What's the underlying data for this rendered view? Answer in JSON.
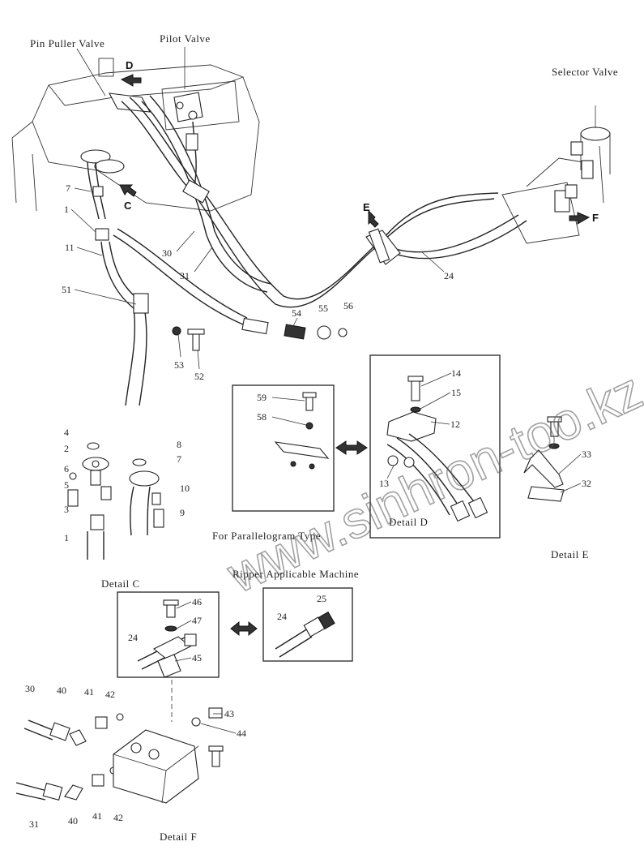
{
  "labels": {
    "pin_puller_valve": "Pin Puller Valve",
    "pilot_valve": "Pilot Valve",
    "selector_valve": "Selector Valve",
    "for_parallelogram_type": "For Parallelogram Type",
    "ripper_applicable_machine": "Ripper Applicable Machine",
    "detail_c": "Detail C",
    "detail_d": "Detail D",
    "detail_e": "Detail E",
    "detail_f": "Detail F"
  },
  "view_letters": {
    "d": "D",
    "c": "C",
    "e": "E",
    "f": "F"
  },
  "part_numbers": {
    "p1": "1",
    "p2": "2",
    "p3": "3",
    "p4": "4",
    "p5": "5",
    "p6": "6",
    "p7": "7",
    "p8": "8",
    "p9": "9",
    "p10": "10",
    "p11": "11",
    "p12": "12",
    "p13": "13",
    "p14": "14",
    "p15": "15",
    "p24": "24",
    "p25": "25",
    "p30": "30",
    "p31": "31",
    "p32": "32",
    "p33": "33",
    "p40": "40",
    "p41": "41",
    "p42": "42",
    "p43": "43",
    "p44": "44",
    "p45": "45",
    "p46": "46",
    "p47": "47",
    "p51": "51",
    "p52": "52",
    "p53": "53",
    "p54": "54",
    "p55": "55",
    "p56": "56",
    "p58": "58",
    "p59": "59"
  },
  "watermark": "www.sinhron-too.kz"
}
